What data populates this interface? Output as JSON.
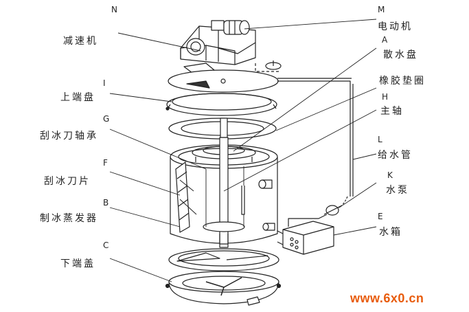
{
  "labels_left": [
    {
      "id": "N",
      "code": "N",
      "text": "减速机"
    },
    {
      "id": "I",
      "code": "I",
      "text": "上端盘"
    },
    {
      "id": "G",
      "code": "G",
      "text": "刮冰刀轴承"
    },
    {
      "id": "F",
      "code": "F",
      "text": "刮冰刀片"
    },
    {
      "id": "B",
      "code": "B",
      "text": "制冰蒸发器"
    },
    {
      "id": "C",
      "code": "C",
      "text": "下端盖"
    }
  ],
  "labels_right": [
    {
      "id": "M",
      "code": "M",
      "text": "电动机"
    },
    {
      "id": "A",
      "code": "A",
      "text": "散水盘"
    },
    {
      "id": "R",
      "code": "",
      "text": "橡胶垫圈"
    },
    {
      "id": "H",
      "code": "H",
      "text": "主轴"
    },
    {
      "id": "L",
      "code": "L",
      "text": "给水管"
    },
    {
      "id": "K",
      "code": "K",
      "text": "水泵"
    },
    {
      "id": "E",
      "code": "E",
      "text": "水箱"
    }
  ],
  "watermark": "www.6x0.cn",
  "colors": {
    "line": "#222222",
    "watermark": "#e85c0d"
  }
}
